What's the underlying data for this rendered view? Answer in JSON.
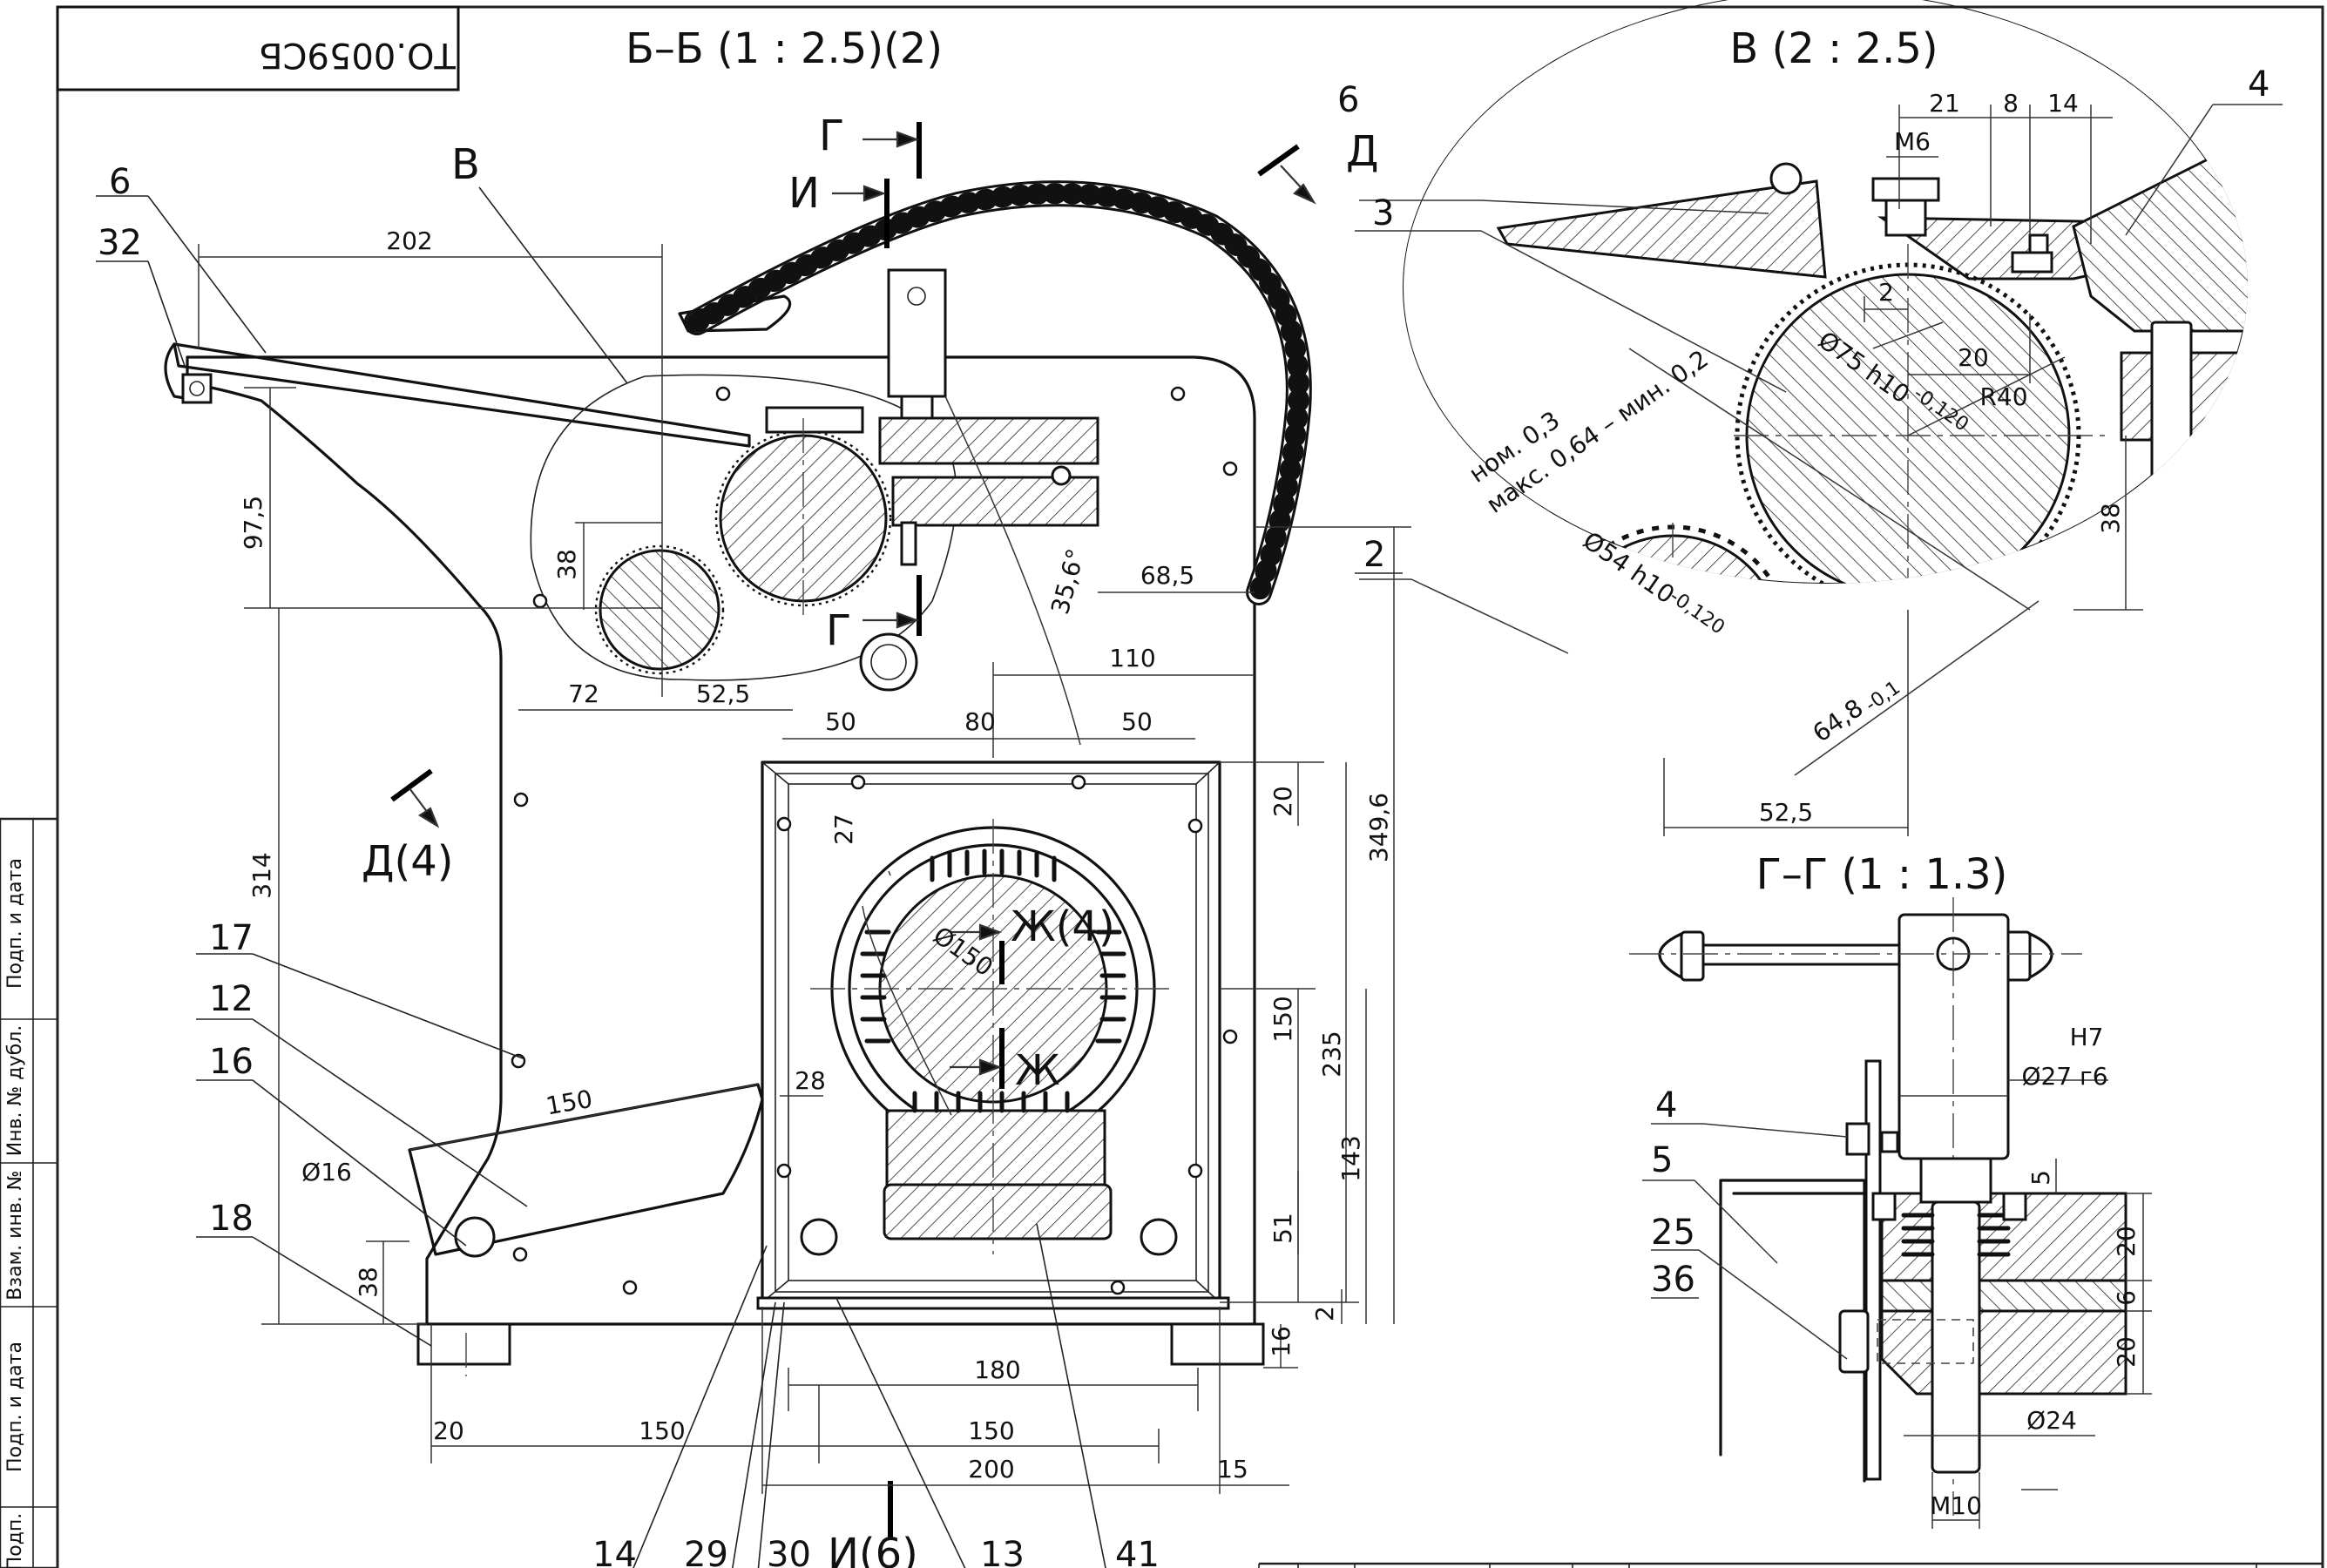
{
  "drawing_number": "ТО.0059СБ",
  "views": {
    "section_bb": "Б–Б (1 : 2.5)(2)",
    "view_v": "В (2 : 2.5)",
    "section_gg": "Г–Г (1 : 1.3)"
  },
  "section_markers": {
    "g_top": "Г",
    "i_top": "И",
    "d_top": "Д",
    "g_mid": "Г",
    "d4": "Д(4)",
    "zh4": "Ж(4)",
    "zh": "Ж",
    "i6": "И(6)",
    "v_leader": "В"
  },
  "main_dims": {
    "d202": "202",
    "d97_5": "97,5",
    "d38a": "38",
    "d72": "72",
    "d52_5": "52,5",
    "d314": "314",
    "d35_6": "35,6°",
    "d68_5": "68,5",
    "d110": "110",
    "d50a": "50",
    "d80": "80",
    "d50b": "50",
    "d20a": "20",
    "d27": "27",
    "d349_6": "349,6",
    "d150v": "150",
    "d235": "235",
    "d143": "143",
    "d51": "51",
    "d2": "2",
    "d16": "16",
    "d150s": "150",
    "d28": "28",
    "d16dia": "Ø16",
    "d38b": "38",
    "d180": "180",
    "d150h": "150",
    "d200": "200",
    "d20b": "20",
    "d150b": "150",
    "d15": "15",
    "d150dia": "Ø150"
  },
  "main_callouts": {
    "c6": "6",
    "c32": "32",
    "c17": "17",
    "c12": "12",
    "c16": "16",
    "c18": "18",
    "c14": "14",
    "c29": "29",
    "c30": "30",
    "c13": "13",
    "c41": "41",
    "c2": "2"
  },
  "detail_v": {
    "c6": "6",
    "c3": "3",
    "c4": "4",
    "d21": "21",
    "d8": "8",
    "d14": "14",
    "dM6": "M6",
    "d2": "2",
    "d20": "20",
    "dR40": "R40",
    "d38": "38",
    "d52_5": "52,5",
    "dia75": "Ø75 h10",
    "dia75_tol": "-0,120",
    "dia54": "Ø54 h10",
    "dia54_tol": "-0,120",
    "d64_8": "64,8",
    "d64_8_tol": "-0,1",
    "gap_note": "ном. 0,3",
    "gap_note2": "макс. 0,64 – мин. 0,2"
  },
  "detail_gg": {
    "c4": "4",
    "c5": "5",
    "c25": "25",
    "c36": "36",
    "fit_h7": "H7",
    "dia27": "Ø27 г6",
    "d5": "5",
    "d20a": "20",
    "d6": "6",
    "d20b": "20",
    "dia24": "Ø24",
    "dM10": "M10"
  },
  "title_block_labels": [
    "Подп. и дата",
    "Инв. № дубл.",
    "Взам. инв. №",
    "Подп. и дата",
    "Подп."
  ]
}
